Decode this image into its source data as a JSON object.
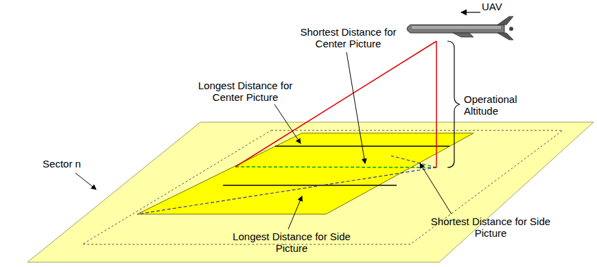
{
  "diagram": {
    "labels": [
      "UAV",
      "Shortest Distance for Center Picture",
      "Longest Distance for Center Picture",
      "Operational Altitude",
      "Sector n",
      "Shortest Distance for Side Picture",
      "Longest Distance for Side Picture"
    ]
  }
}
